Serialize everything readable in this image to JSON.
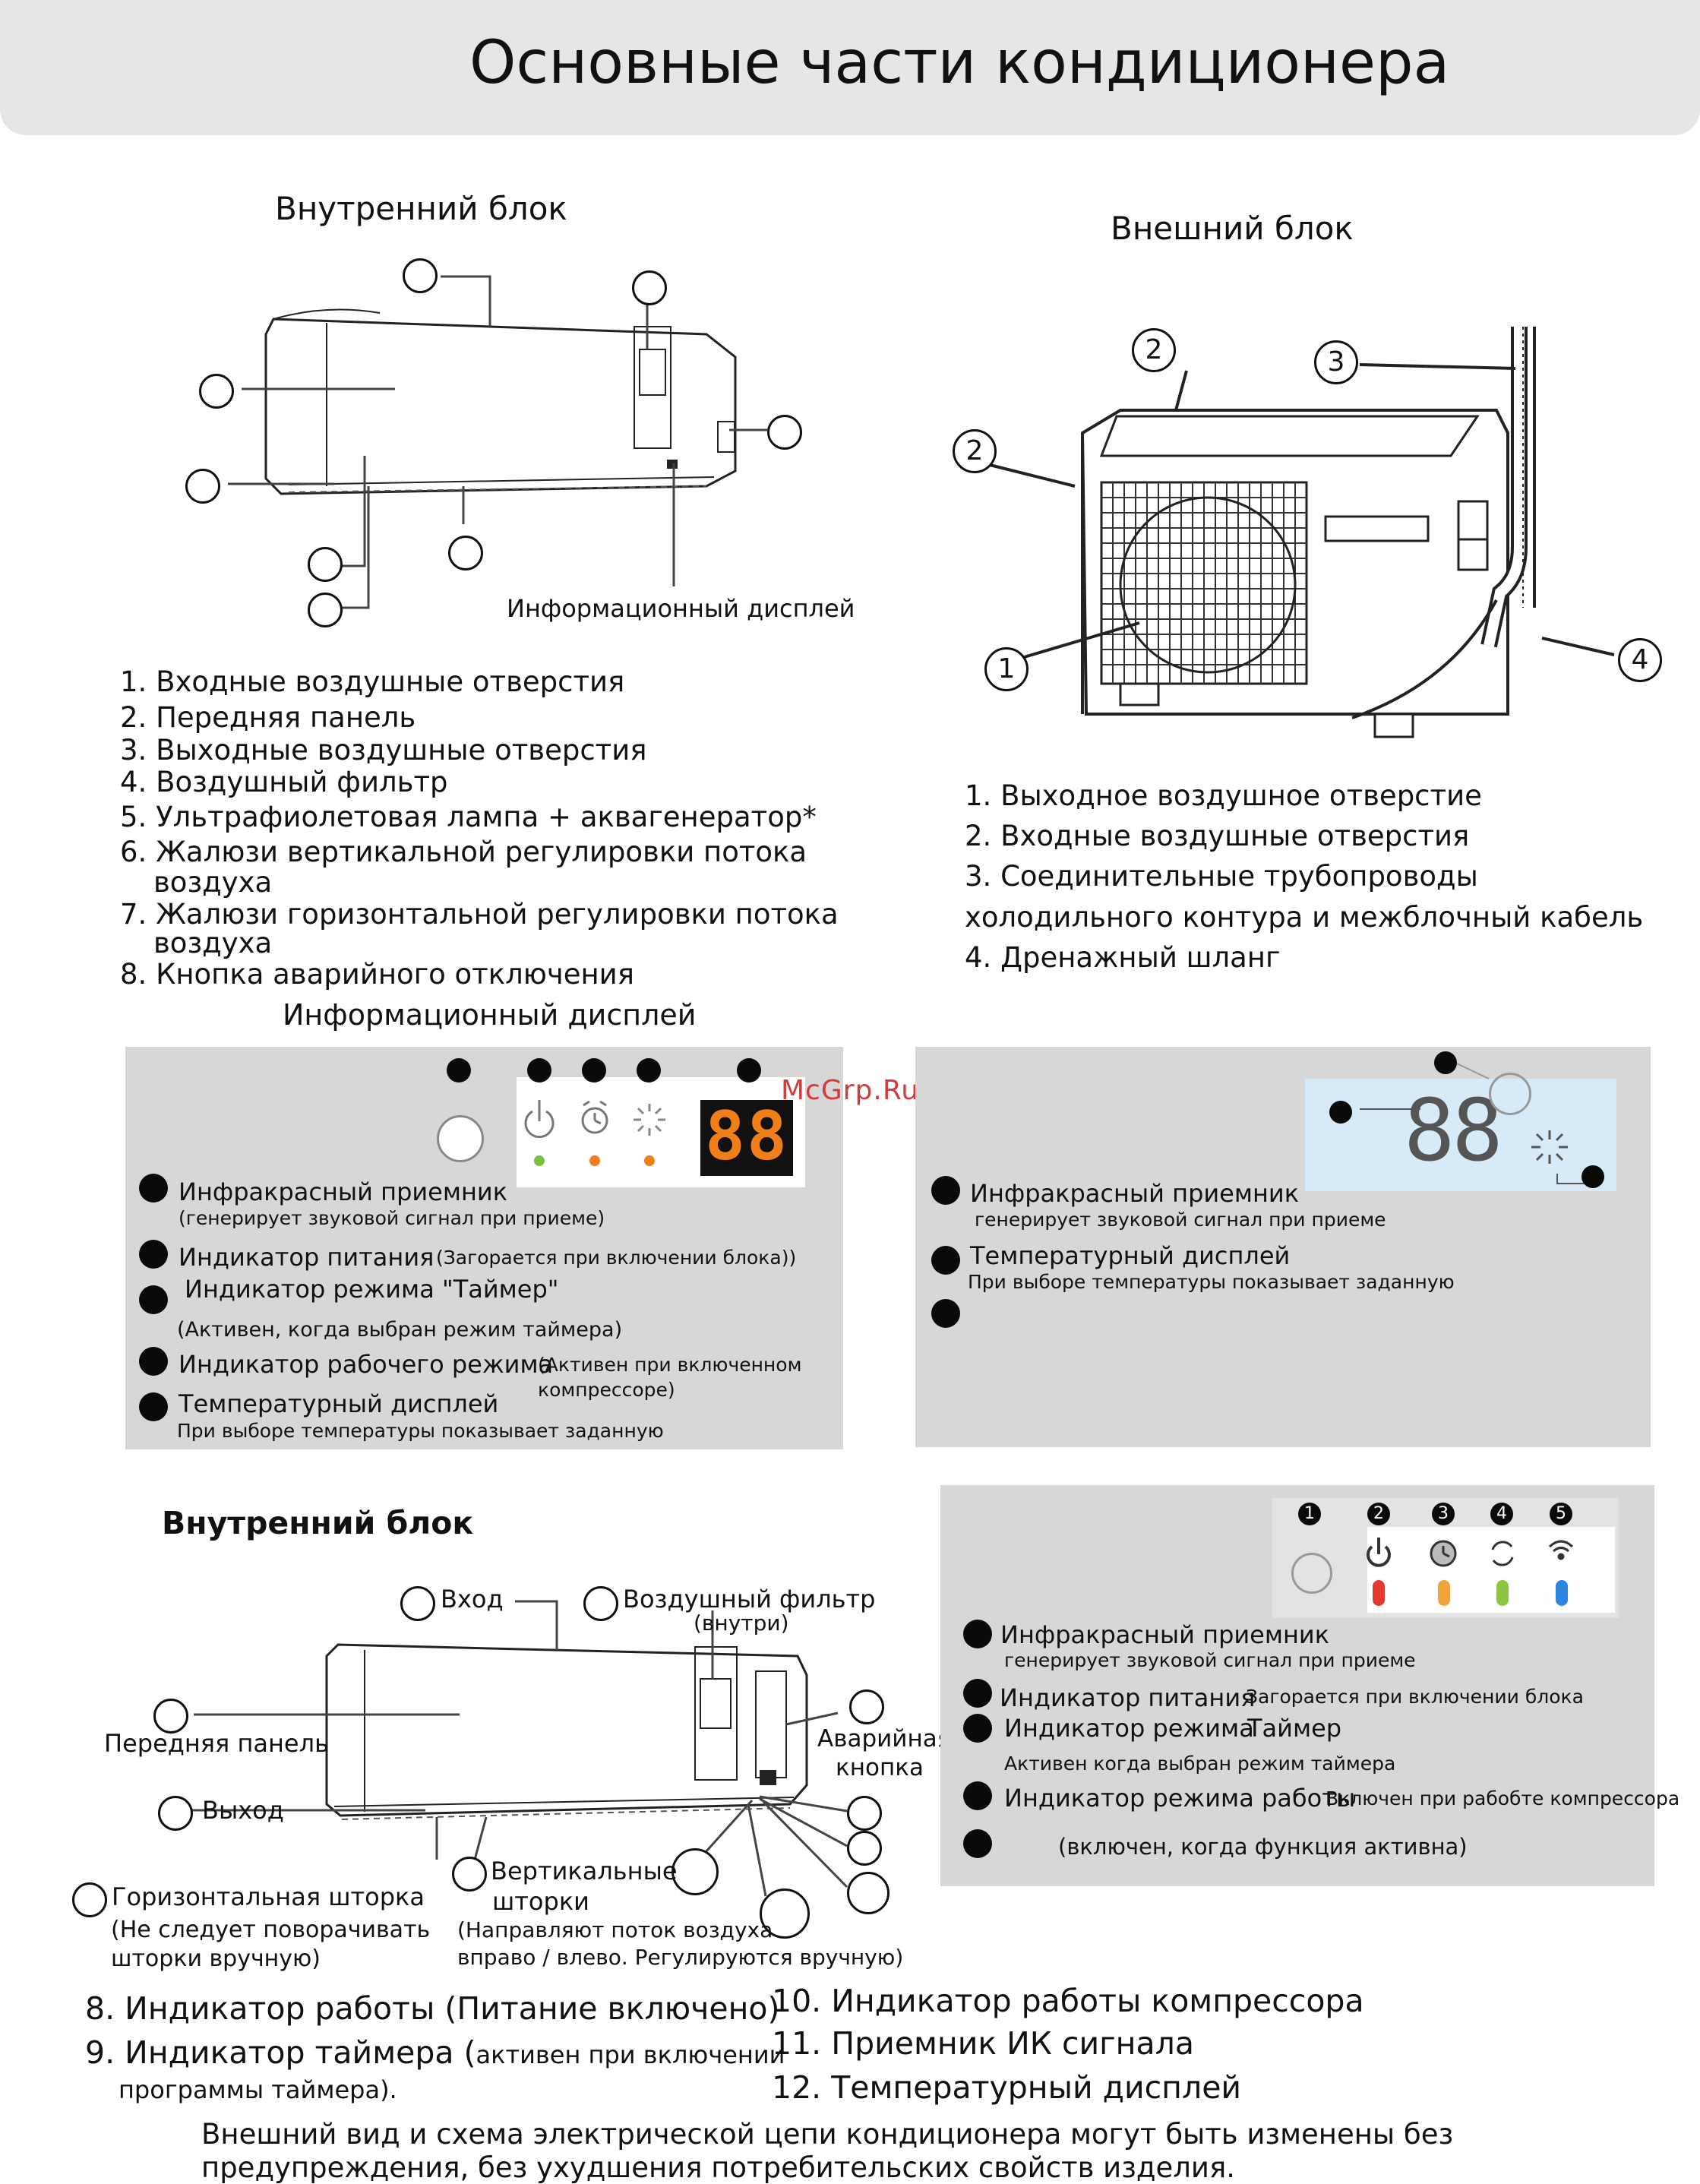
{
  "title": "Основные части кондиционера",
  "indoor": {
    "heading": "Внутренний блок",
    "display_label": "Информационный дисплей",
    "items": [
      "1. Входные воздушные отверстия",
      "2. Передняя панель",
      "3. Выходные воздушные отверстия",
      "4. Воздушный фильтр",
      "5. Ультрафиолетовая лампа + аквагенератор*",
      "6. Жалюзи вертикальной регулировки потока",
      "воздуха",
      "7. Жалюзи горизонтальной регулировки потока",
      "воздуха",
      "8. Кнопка аварийного отключения"
    ]
  },
  "outdoor": {
    "heading": "Внешний блок",
    "callouts": [
      "2",
      "3",
      "2",
      "1",
      "4"
    ],
    "items": [
      "1.     Выходное воздушное отверстие",
      "2.     Входные воздушные отверстия",
      "3.    Соединительные трубопроводы",
      "холодильного контура и межблочный кабель",
      "4.    Дренажный шланг"
    ]
  },
  "display_section": {
    "heading": "Информационный дисплей",
    "watermark": "McGrp.Ru",
    "seg_digits": "88",
    "panel_left": {
      "lines": [
        "Инфракрасный приемник",
        "(генерирует звуковой сигнал при приеме)",
        "Индикатор питания",
        "(Загорается при включении блока))",
        "Индикатор режима \"Таймер\"",
        "(Активен, когда выбран режим таймера)",
        "Индикатор рабочего режима",
        "(Активен при включенном",
        "компрессоре)",
        "Температурный дисплей",
        "При выборе температуры показывает заданную"
      ]
    },
    "panel_right": {
      "lines": [
        "Инфракрасный приемник",
        "генерирует звуковой сигнал при приеме",
        "Температурный дисплей",
        "При выборе температуры показывает заданную"
      ]
    }
  },
  "indoor2": {
    "heading": "Внутренний блок",
    "labels": {
      "inlet": "Вход",
      "filter": "Воздушный фильтр",
      "filter_inside": "(внутри)",
      "front_panel": "Передняя панель",
      "emergency_1": "Аварийная",
      "emergency_2": "кнопка",
      "outlet": "Выход",
      "hshutter": "Горизонтальная шторка",
      "hshutter_note_1": "(Не следует поворачивать",
      "hshutter_note_2": "шторки вручную)",
      "vshutter_1": "Вертикальные",
      "vshutter_2": "шторки",
      "vshutter_note_1": "(Направляют поток воздуха",
      "vshutter_note_2": "вправо / влево. Регулируются вручную)"
    }
  },
  "panel_bottom": {
    "numbers": [
      "1",
      "2",
      "3",
      "4",
      "5"
    ],
    "lines": [
      "Инфракрасный приемник",
      "генерирует звуковой сигнал при приеме",
      "Индикатор питания",
      "Загорается при включении блока",
      "Индикатор режима",
      "Таймер",
      "Активен  когда выбран режим таймера",
      "Индикатор режима работы",
      "Включен при рабобте компрессора",
      "(включен, когда функция активна)"
    ],
    "led_colors": [
      "#e23b2e",
      "#f0a43a",
      "#8cc63f",
      "#2e86de"
    ]
  },
  "footer": {
    "left": [
      "8. Индикатор работы (Питание включено)",
      "9. Индикатор таймера (",
      "активен при включении",
      "программы таймера)."
    ],
    "right": [
      "10. Индикатор работы компрессора",
      "11. Приемник ИК сигнала",
      "12. Температурный дисплей"
    ],
    "note_1": "Внешний вид и схема электрической цепи кондиционера могут быть изменены без",
    "note_2": "предупреждения, без ухудшения потребительских свойств изделия."
  },
  "colors": {
    "banner": "#e6e6e6",
    "panel": "#d7d7d7",
    "lcd": "#d6ebf7",
    "seg_orange": "#f07f1a",
    "led_green": "#7cc242",
    "led_orange": "#f07f1a",
    "watermark": "#d23b3b"
  }
}
